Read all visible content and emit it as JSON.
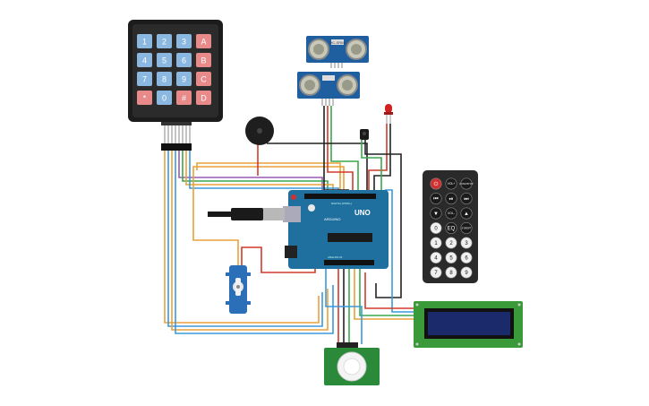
{
  "keypad": {
    "keys": [
      "1",
      "2",
      "3",
      "A",
      "4",
      "5",
      "6",
      "B",
      "7",
      "8",
      "9",
      "C",
      "*",
      "0",
      "#",
      "D"
    ]
  },
  "ultrasonic": {
    "model_label": "HC-SR04"
  },
  "arduino": {
    "board_name": "UNO",
    "brand": "ARDUINO",
    "digital_label": "DIGITAL (PWM~)",
    "power_label": "POWER",
    "analog_label": "ANALOG IN"
  },
  "remote": {
    "row1": [
      "⏻",
      "VOL+",
      "FUNC/STOP"
    ],
    "row2": [
      "⏮",
      "⏯",
      "⏭"
    ],
    "row3": [
      "▼",
      "VOL-",
      "▲"
    ],
    "row4": [
      "0",
      "EQ",
      "ST/REPT"
    ],
    "row5": [
      "1",
      "2",
      "3"
    ],
    "row6": [
      "4",
      "5",
      "6"
    ],
    "row7": [
      "7",
      "8",
      "9"
    ]
  },
  "colors": {
    "wire_orange": "#e8a23a",
    "wire_red": "#d23a2a",
    "wire_green": "#3aa84a",
    "wire_blue": "#3a9ad8",
    "wire_purple": "#9a5ab8",
    "wire_black": "#222222",
    "board_blue": "#1f6f9f",
    "lcd_green": "#3a9a3a",
    "lcd_screen": "#1a2a6a",
    "pir_green": "#2a8a3a"
  }
}
